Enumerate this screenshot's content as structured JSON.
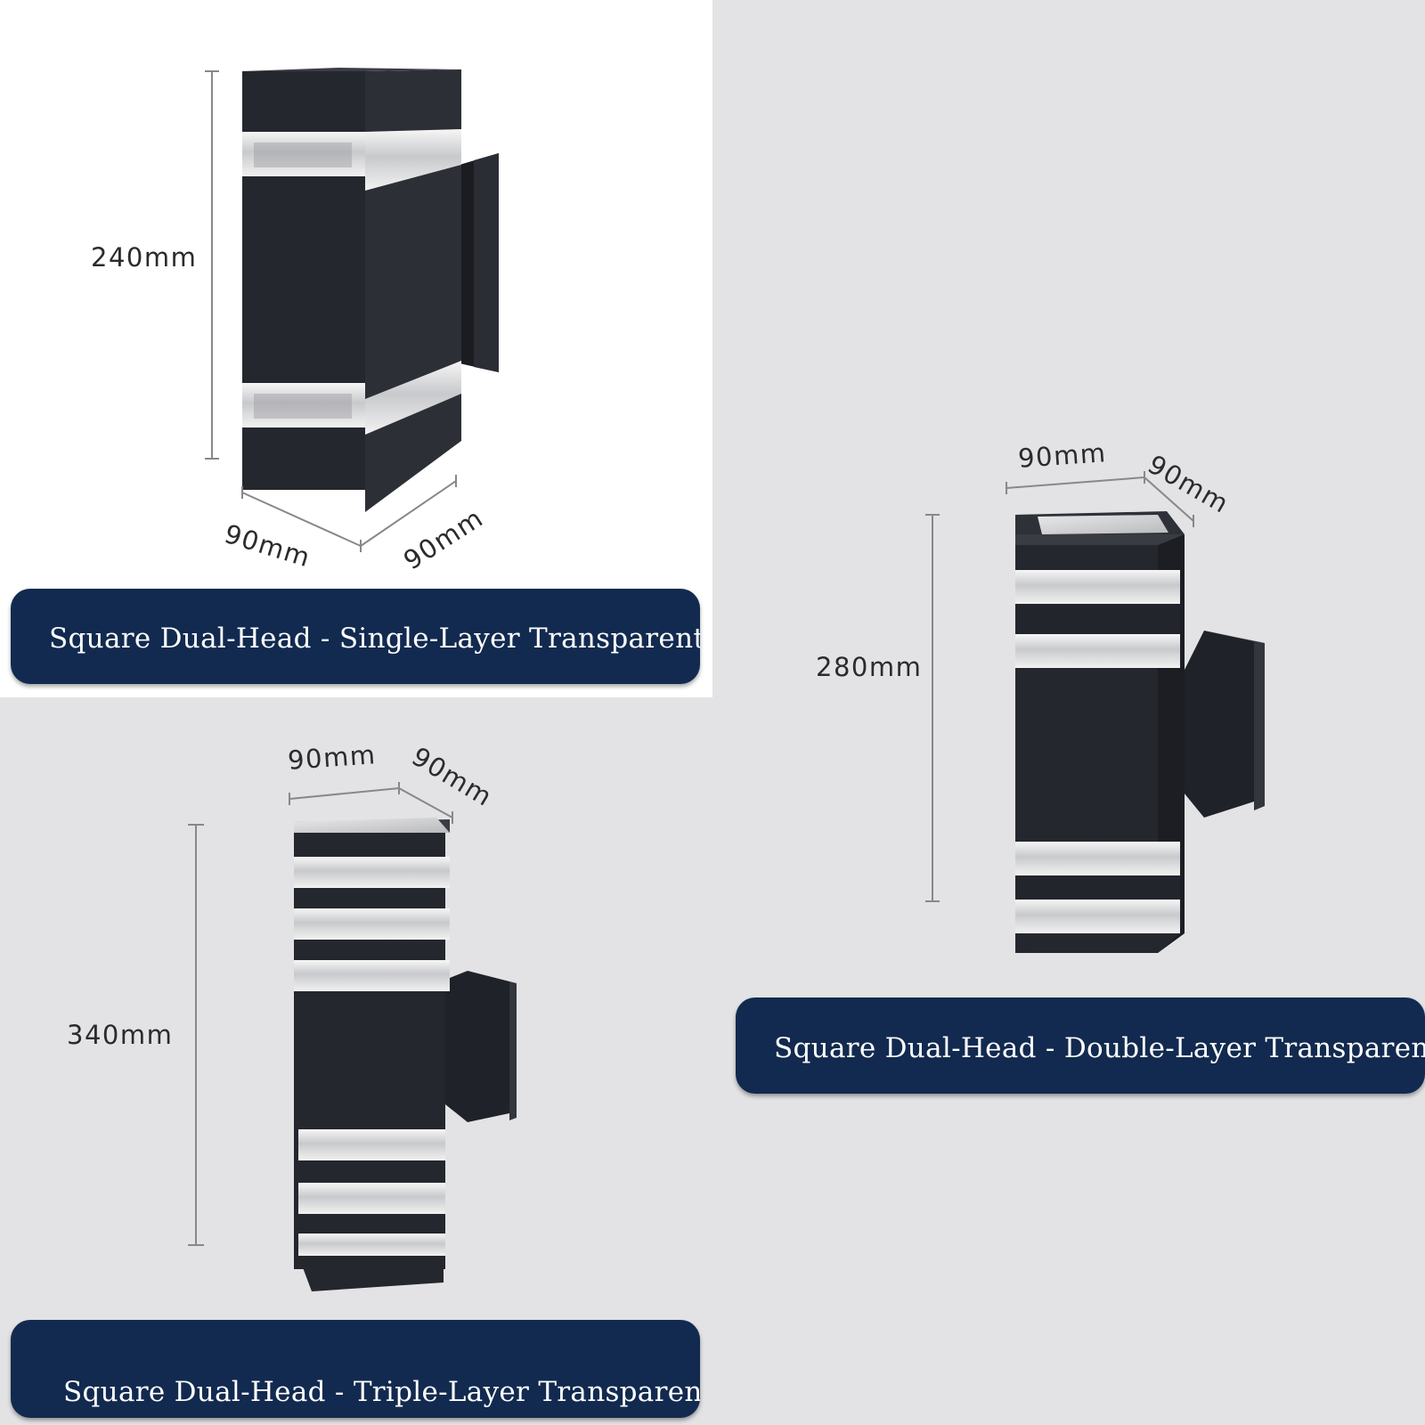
{
  "products": [
    {
      "caption": "Square Dual-Head - Single-Layer Transparent",
      "height_label": "240mm",
      "width_label": "90mm",
      "depth_label": "90mm"
    },
    {
      "caption": "Square Dual-Head - Double-Layer Transparent",
      "height_label": "280mm",
      "width_label": "90mm",
      "depth_label": "90mm"
    },
    {
      "caption": "Square Dual-Head - Triple-Layer Transparent",
      "height_label": "340mm",
      "width_label": "90mm",
      "depth_label": "90mm"
    }
  ],
  "colors": {
    "banner": "#122a4f",
    "background": "#e3e3e5",
    "lamp_body": "#22252b"
  }
}
